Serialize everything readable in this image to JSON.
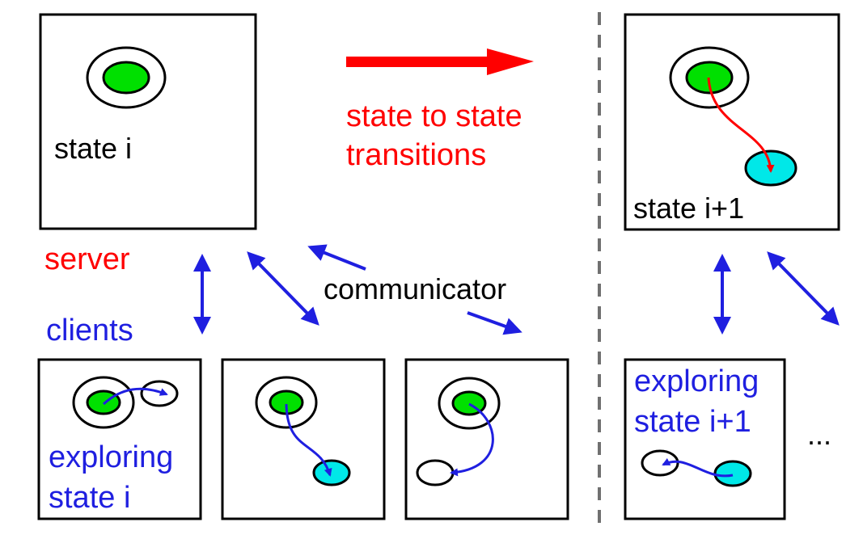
{
  "labels": {
    "state_i": "state i",
    "state_i1": "state i+1",
    "transition_line1": "state to state",
    "transition_line2": "transitions",
    "server": "server",
    "clients": "clients",
    "communicator": "communicator",
    "exploring1_line1": "exploring",
    "exploring1_line2": "state i",
    "exploring2_line1": "exploring",
    "exploring2_line2": "state i+1",
    "ellipsis": "..."
  },
  "colors": {
    "red": "#ff0000",
    "blue": "#1f1fe0",
    "green": "#00e000",
    "cyan": "#00e8e8",
    "black": "#000000",
    "divider": "#707070"
  }
}
